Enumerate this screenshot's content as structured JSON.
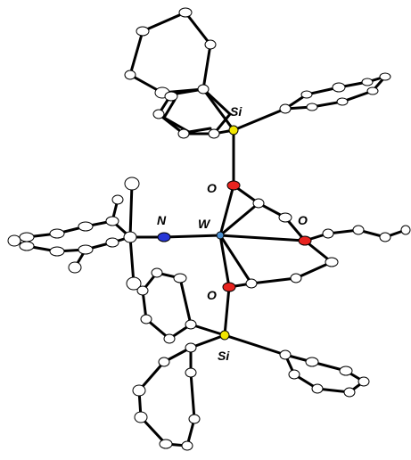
{
  "labels": {
    "si_top": "Si",
    "si_bottom": "Si",
    "o_top": "O",
    "o_right": "O",
    "o_bottom": "O",
    "n": "N",
    "w": "W"
  },
  "colors": {
    "si": "#f2e600",
    "o": "#e8231f",
    "n": "#2636d6",
    "w": "#4a8fd0",
    "bond": "#000000",
    "carbon": "#ffffff"
  }
}
